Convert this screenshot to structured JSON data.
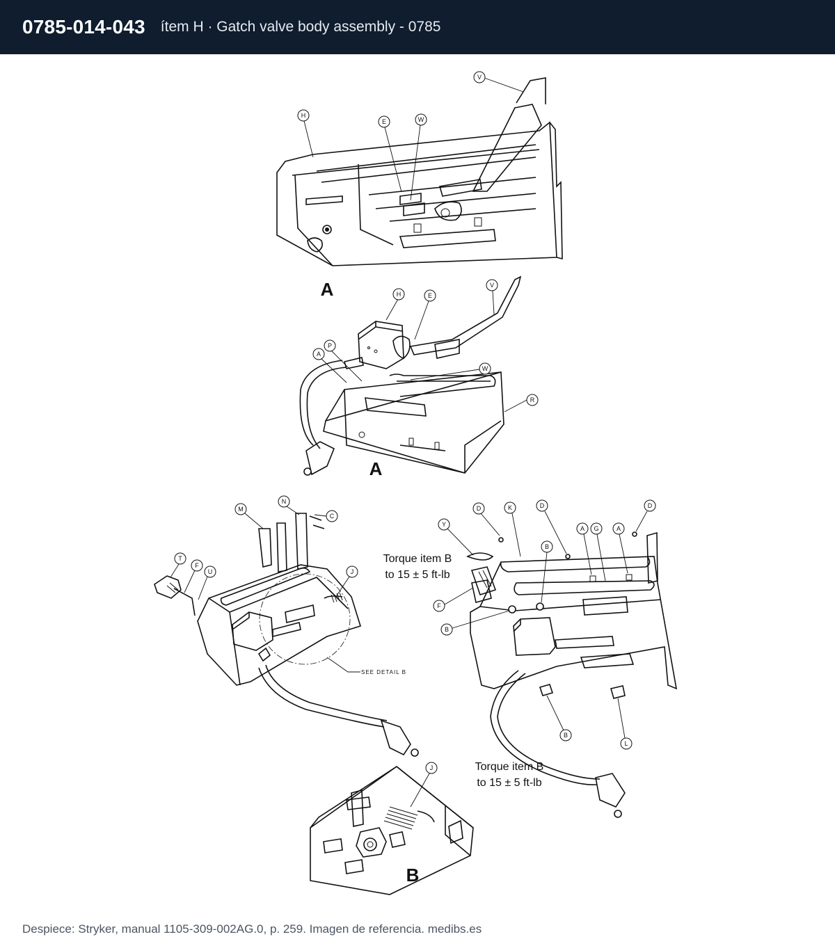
{
  "header": {
    "part_number": "0785-014-043",
    "subtitle": "ítem H · Gatch valve body assembly - 0785"
  },
  "section_labels": {
    "view1": "A",
    "view2": "A",
    "detail": "B"
  },
  "notes": {
    "torque_upper_line1": "Torque item B",
    "torque_upper_line2": "to 15 ± 5 ft-lb",
    "torque_lower_line1": "Torque item B",
    "torque_lower_line2": "to 15 ± 5 ft-lb",
    "see_detail": "SEE DETAIL B"
  },
  "callouts": {
    "v1_V": "V",
    "v1_H": "H",
    "v1_E": "E",
    "v1_W": "W",
    "v2_H": "H",
    "v2_E": "E",
    "v2_V": "V",
    "v2_A": "A",
    "v2_P": "P",
    "v2_W": "W",
    "v2_R": "R",
    "v3_M": "M",
    "v3_N": "N",
    "v3_C": "C",
    "v3_T": "T",
    "v3_F": "F",
    "v3_U": "U",
    "v3_J": "J",
    "v4_D1": "D",
    "v4_K": "K",
    "v4_D2": "D",
    "v4_D3": "D",
    "v4_Y": "Y",
    "v4_B1": "B",
    "v4_A1": "A",
    "v4_G": "G",
    "v4_A2": "A",
    "v4_F": "F",
    "v4_B2": "B",
    "v4_B3": "B",
    "v4_L": "L",
    "v5_J": "J"
  },
  "footer": {
    "credit": "Despiece: Stryker, manual 1105-309-002AG.0, p. 259. Imagen de referencia. medibs.es"
  }
}
